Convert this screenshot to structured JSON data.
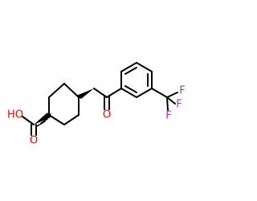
{
  "molecule": {
    "atoms": {
      "oh_label": "HO",
      "carbonyl_o_acid_label": "O",
      "ketone_o_label": "O",
      "f1_label": "F",
      "f2_label": "F",
      "f3_label": "F"
    },
    "colors": {
      "bond": "#000000",
      "oxygen": "#ff0000",
      "fluorine": "#9b3bb4"
    }
  }
}
